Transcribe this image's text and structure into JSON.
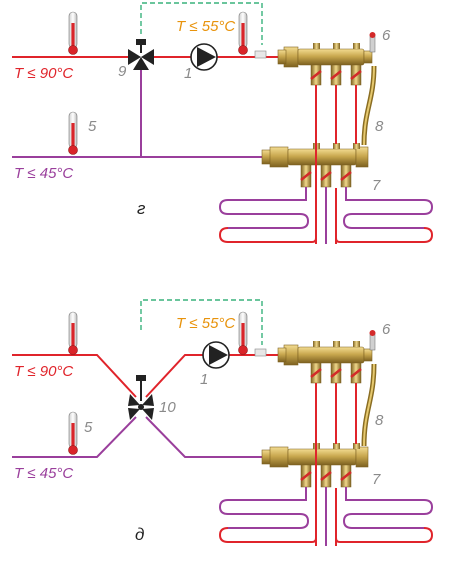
{
  "colors": {
    "hot": "#e0242b",
    "cold": "#9a3f9c",
    "orange": "#e8930c",
    "sensor": "#38b27c",
    "brass": "#c9a84f",
    "brass_dark": "#8a6d22",
    "label_gray": "#8a8a8a"
  },
  "diagram_g": {
    "caption": "г",
    "hot_supply_label": "T ≤ 90°C",
    "return_label": "T ≤ 45°C",
    "floor_temp_label": "T ≤ 55°C",
    "markers": {
      "pump": "1",
      "thermometer": "5",
      "manifold_top": "6",
      "manifold_bottom": "7",
      "bypass": "8",
      "three_way_valve": "9"
    }
  },
  "diagram_d": {
    "caption": "д",
    "hot_supply_label": "T ≤ 90°C",
    "return_label": "T ≤ 45°C",
    "floor_temp_label": "T ≤ 55°C",
    "markers": {
      "pump": "1",
      "thermometer": "5",
      "manifold_top": "6",
      "manifold_bottom": "7",
      "bypass": "8",
      "four_way_valve": "10"
    }
  },
  "icons": [
    "thermometer-icon",
    "three-way-valve-icon",
    "four-way-valve-icon",
    "pump-icon",
    "manifold-icon",
    "floor-heating-loop-icon"
  ]
}
